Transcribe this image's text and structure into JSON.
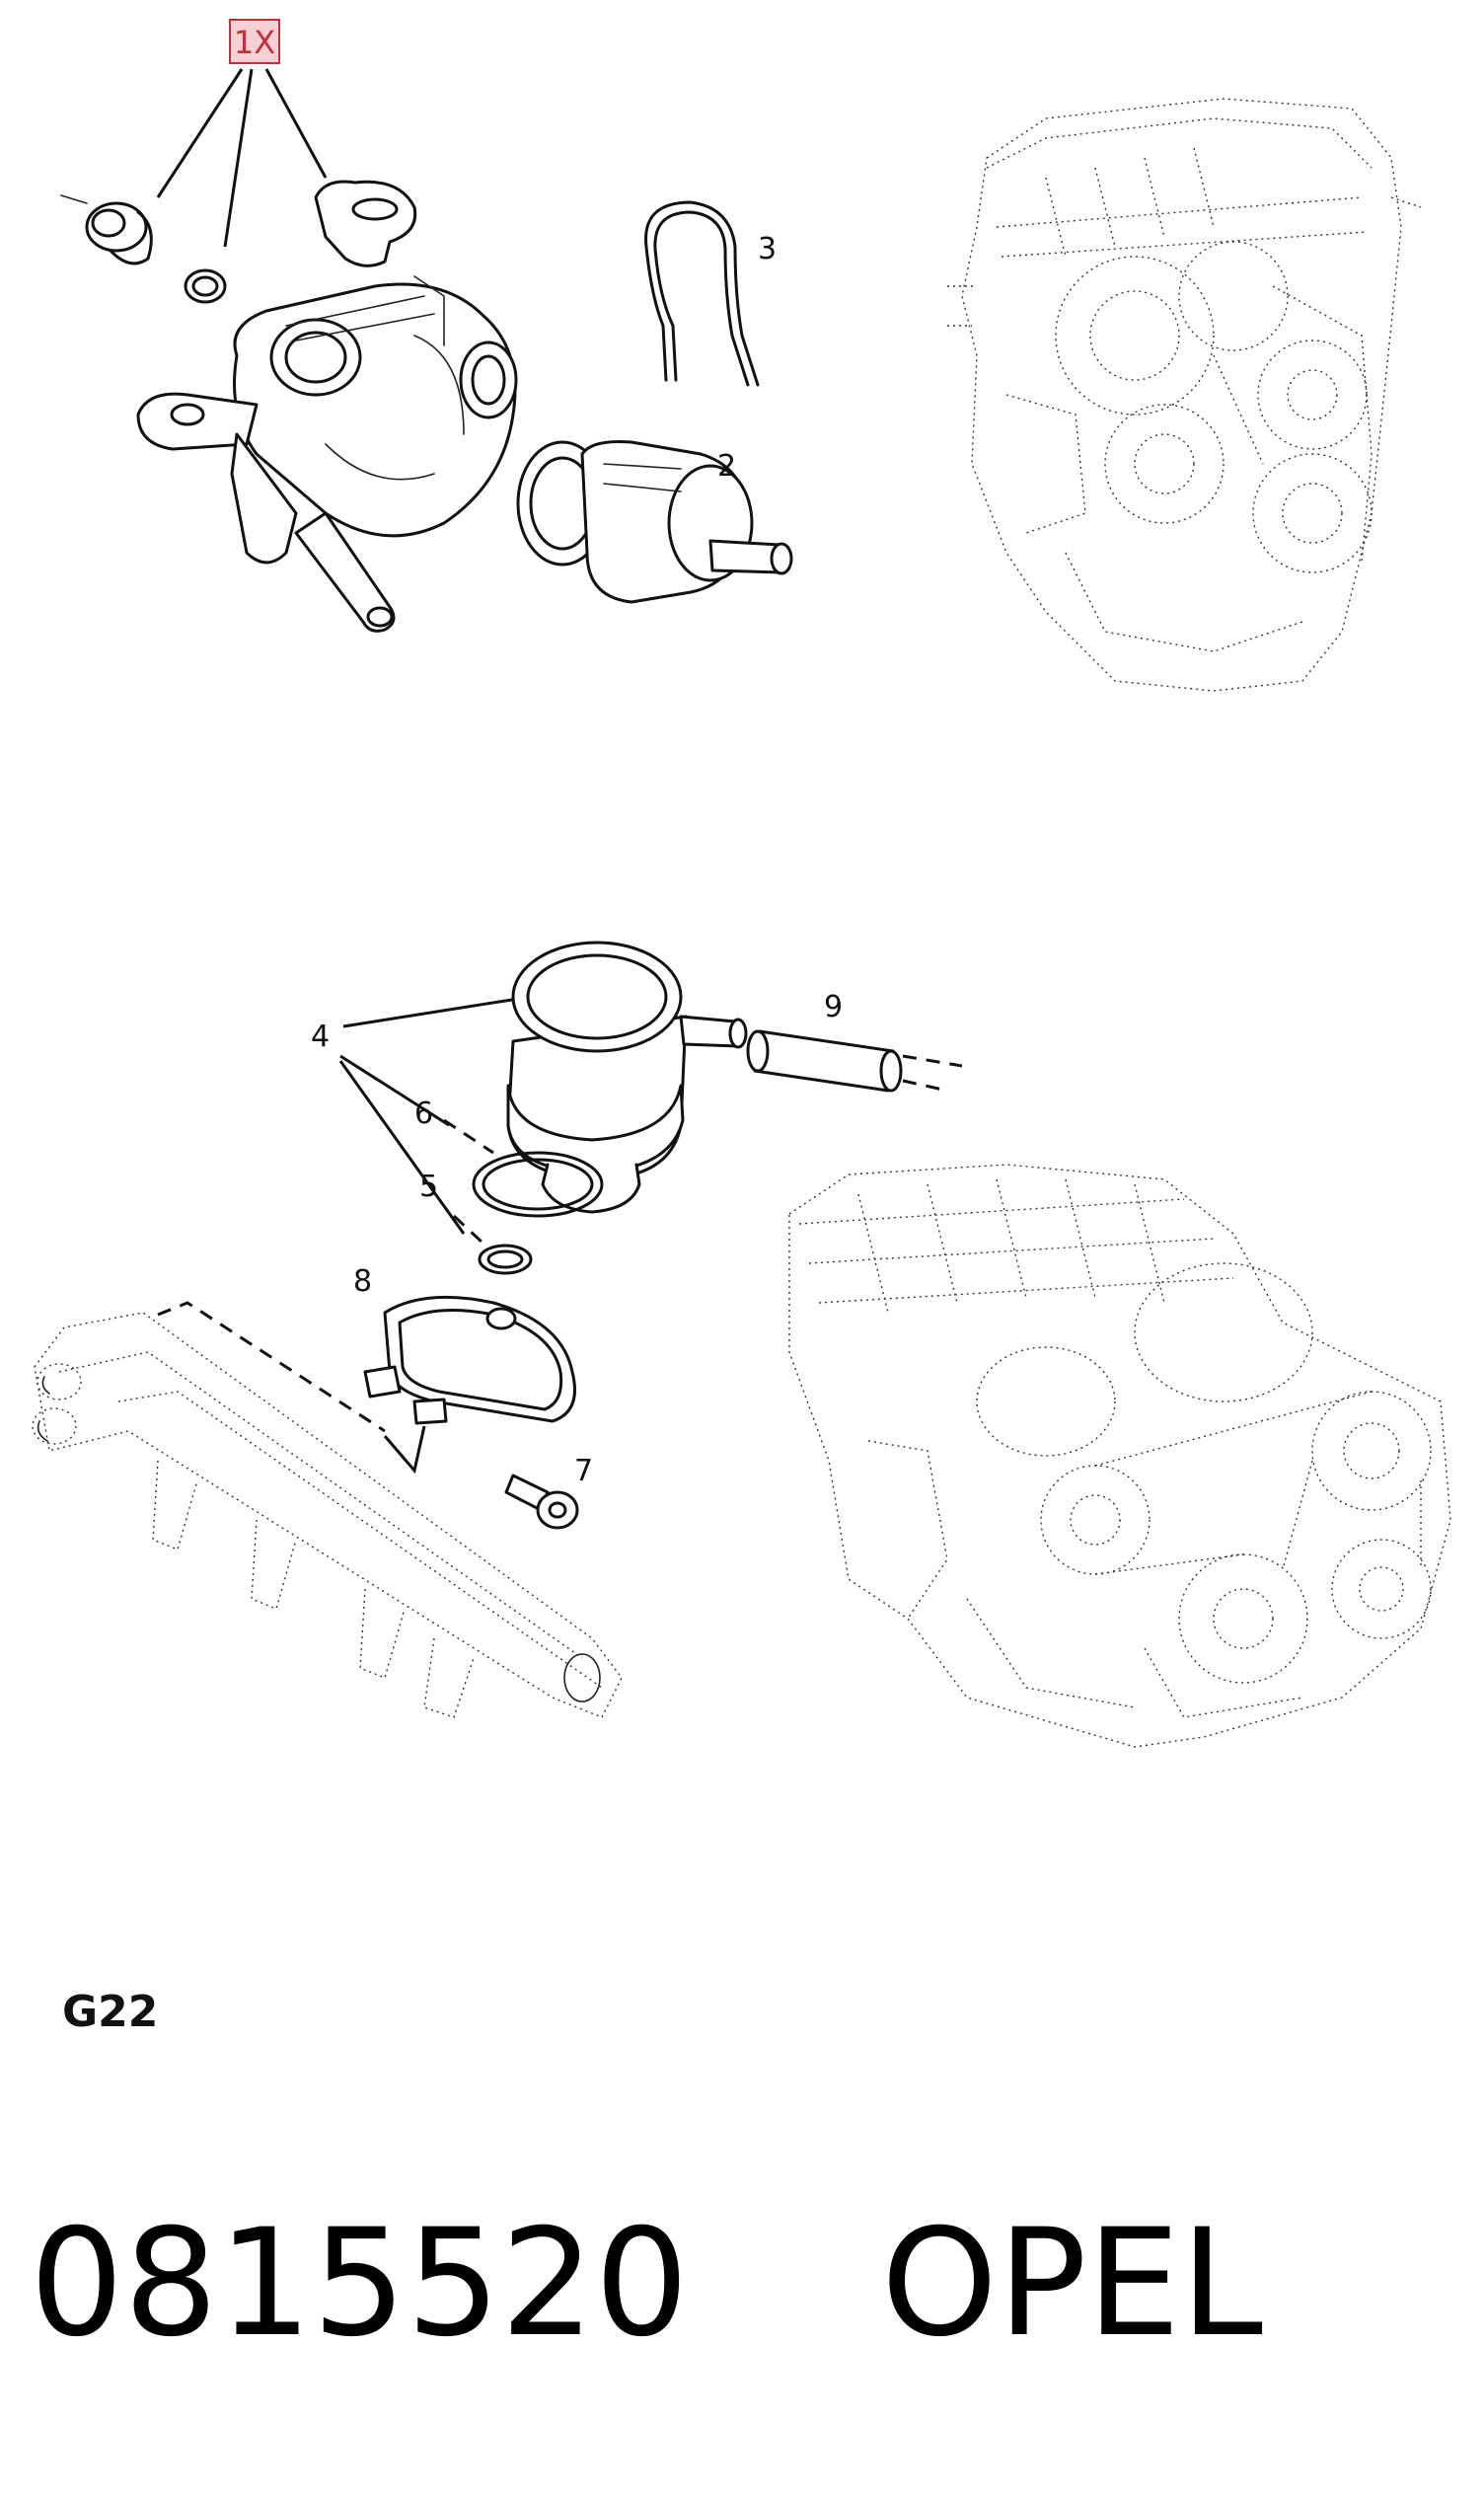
{
  "diagram": {
    "quantity_note": "1X",
    "callouts": {
      "c2": "2",
      "c3": "3",
      "c4": "4",
      "c5": "5",
      "c6": "6",
      "c7": "7",
      "c8": "8",
      "c9": "9"
    },
    "section_code": "G22",
    "part_number": "0815520",
    "brand": "OPEL"
  }
}
